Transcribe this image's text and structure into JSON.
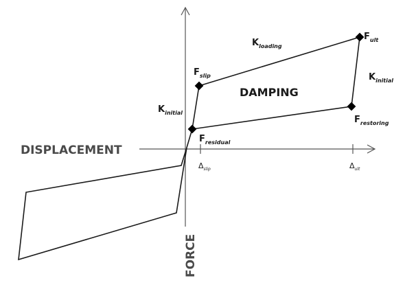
{
  "axes": {
    "x_label": "DISPLACEMENT",
    "y_label": "FORCE"
  },
  "region_label": "DAMPING",
  "stiffness_labels": {
    "loading": {
      "base": "K",
      "sub": "loading"
    },
    "initial_left": {
      "base": "K",
      "sub": "initial"
    },
    "initial_right": {
      "base": "K",
      "sub": "initial"
    }
  },
  "force_labels": {
    "slip": {
      "base": "F",
      "sub": "slip"
    },
    "ult": {
      "base": "F",
      "sub": "ult"
    },
    "restoring": {
      "base": "F",
      "sub": "restoring"
    },
    "residual": {
      "base": "F",
      "sub": "residual"
    }
  },
  "displacement_ticks": {
    "slip": {
      "base": "Δ",
      "sub": "slip"
    },
    "ult": {
      "base": "Δ",
      "sub": "ult"
    }
  },
  "colors": {
    "line": "#1a1a1a",
    "axis": "#555555",
    "marker": "#000000",
    "axis_label": "#4a4a4a"
  }
}
